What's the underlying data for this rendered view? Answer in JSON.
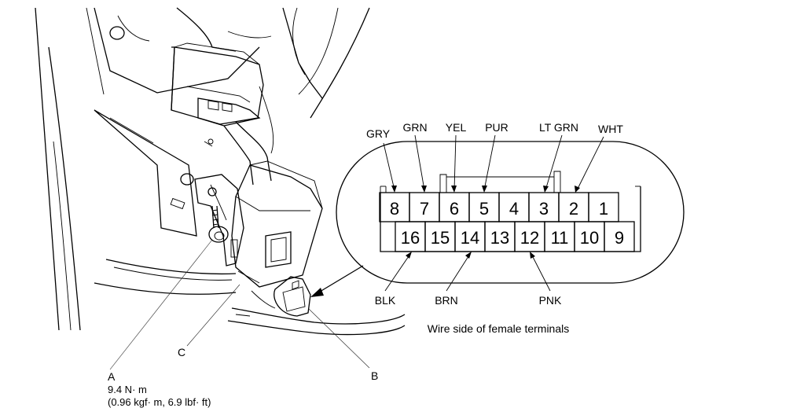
{
  "connector": {
    "top_row": [
      "8",
      "7",
      "6",
      "5",
      "4",
      "3",
      "2",
      "1"
    ],
    "bottom_row": [
      "16",
      "15",
      "14",
      "13",
      "12",
      "11",
      "10",
      "9"
    ],
    "wire_labels_top": [
      "GRY",
      "GRN",
      "YEL",
      "PUR",
      "LT GRN",
      "WHT"
    ],
    "wire_labels_bottom": [
      "BLK",
      "BRN",
      "PNK"
    ],
    "caption": "Wire side of female terminals"
  },
  "callouts": {
    "a": "A",
    "b": "B",
    "c": "C"
  },
  "torque": {
    "line1": "9.4 N· m",
    "line2": "(0.96 kgf· m, 6.9 lbf· ft)"
  }
}
